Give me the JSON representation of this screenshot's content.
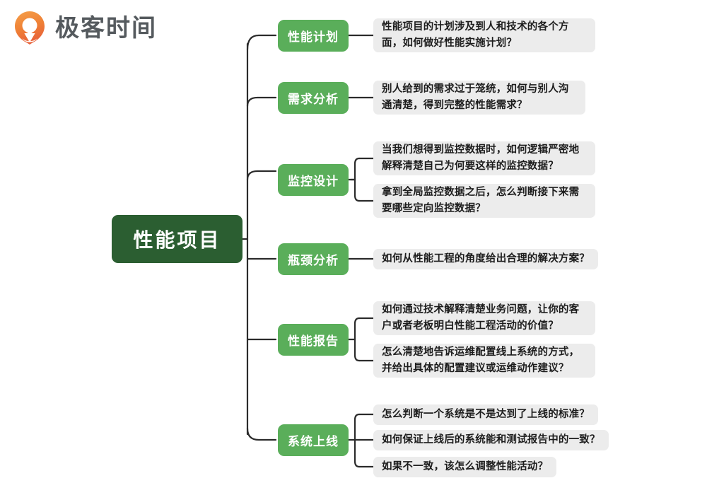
{
  "brand": {
    "name": "极客时间",
    "logo_icon": "geektime-pin-logo-icon",
    "logo_color": "#f0833a",
    "text_color": "#555a5e"
  },
  "colors": {
    "root_node": "#2b5e31",
    "branch_node": "#5aae5a",
    "leaf_box": "#ececec",
    "connector": "#2b2b2b",
    "background": "#ffffff",
    "node_text": "#ffffff",
    "leaf_text": "#1d1d1d"
  },
  "mindmap": {
    "root": "性能项目",
    "branches": [
      {
        "label": "性能计划",
        "items": [
          "性能项目的计划涉及到人和技术的各个方面，如何做好性能实施计划？"
        ]
      },
      {
        "label": "需求分析",
        "items": [
          "别人给到的需求过于笼统，如何与别人沟通清楚，得到完整的性能需求？"
        ]
      },
      {
        "label": "监控设计",
        "items": [
          "当我们想得到监控数据时，如何逻辑严密地解释清楚自己为何要这样的监控数据？",
          "拿到全局监控数据之后，怎么判断接下来需要哪些定向监控数据？"
        ]
      },
      {
        "label": "瓶颈分析",
        "items": [
          "如何从性能工程的角度给出合理的解决方案？"
        ]
      },
      {
        "label": "性能报告",
        "items": [
          "如何通过技术解释清楚业务问题，让你的客户或者老板明白性能工程活动的价值？",
          "怎么清楚地告诉运维配置线上系统的方式，并给出具体的配置建议或运维动作建议？"
        ]
      },
      {
        "label": "系统上线",
        "items": [
          "怎么判断一个系统是不是达到了上线的标准？",
          "如何保证上线后的系统能和测试报告中的一致？",
          "如果不一致，该怎么调整性能活动？"
        ]
      }
    ]
  }
}
